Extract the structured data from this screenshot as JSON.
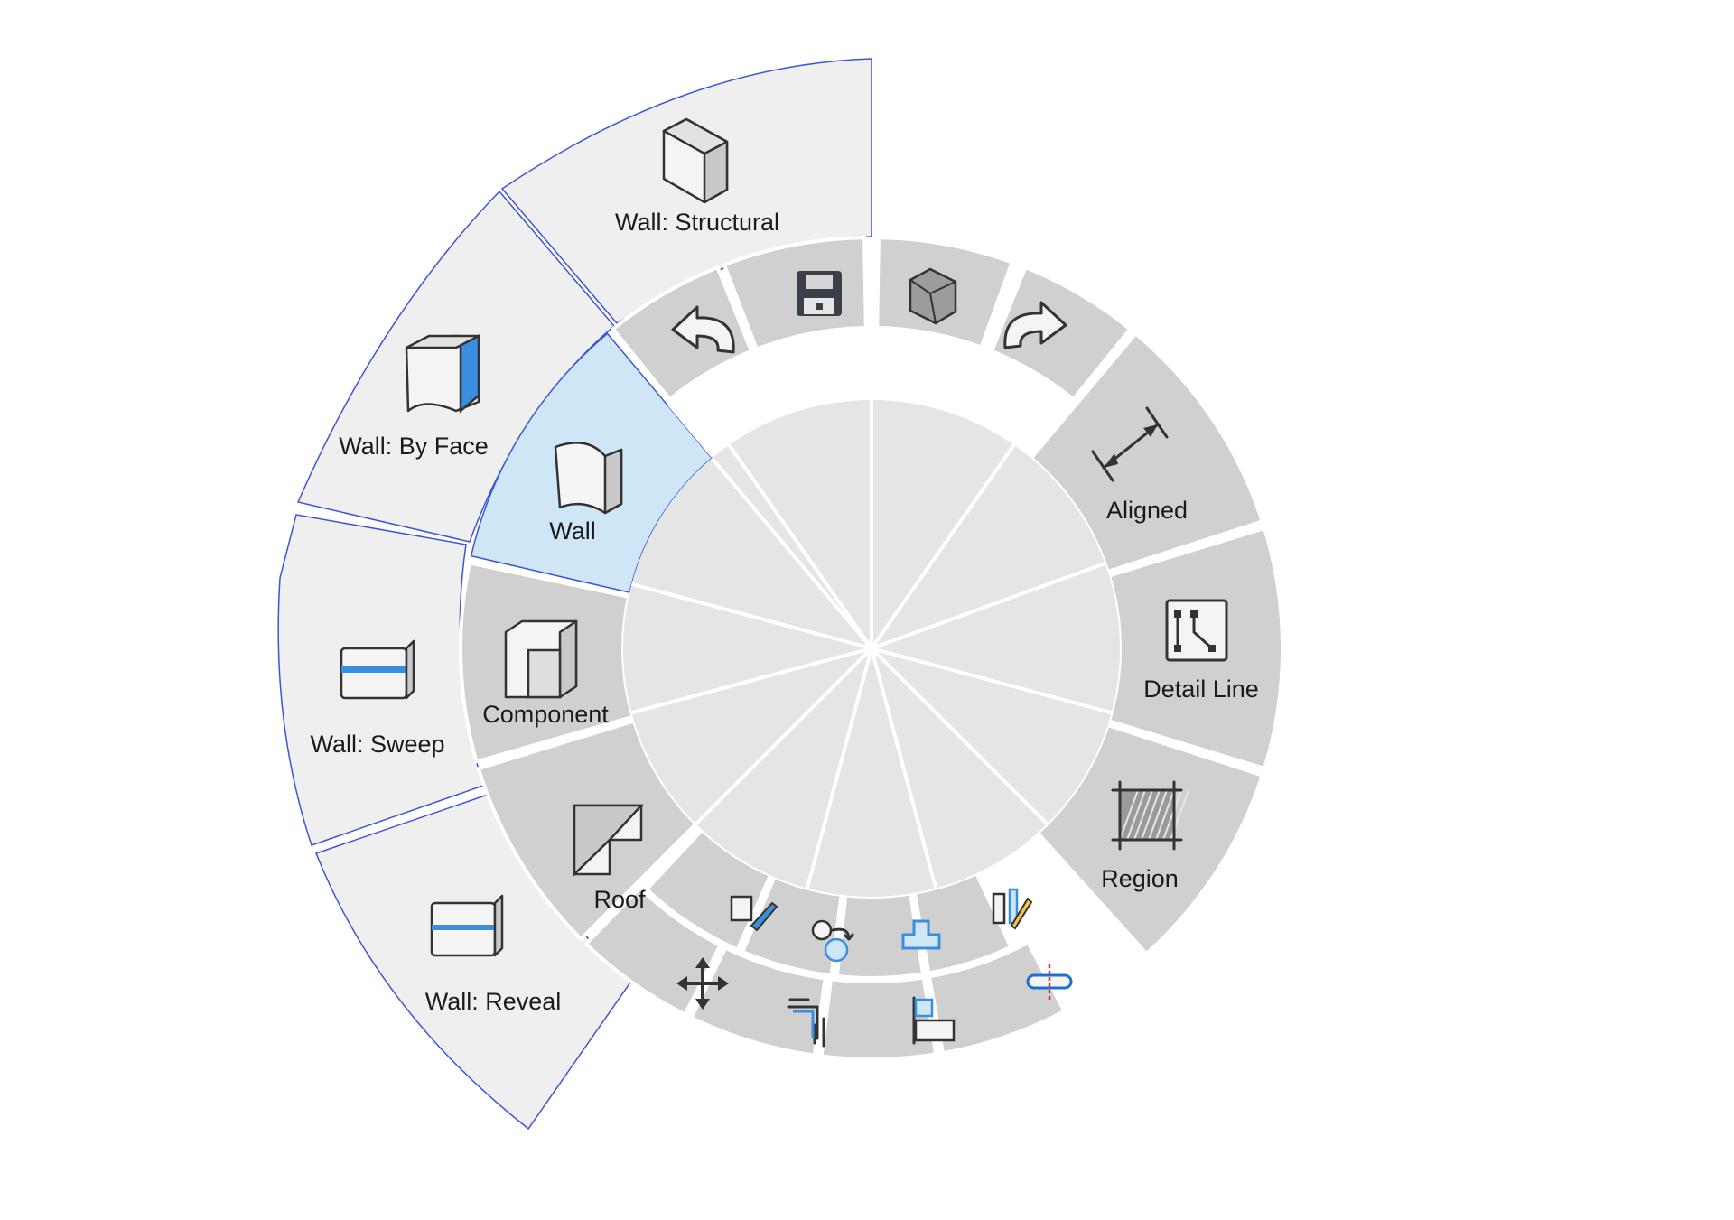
{
  "wheel": {
    "outer_menu": [
      {
        "label": "Wall: Structural",
        "icon": "wall-structural-icon"
      },
      {
        "label": "Wall: By Face",
        "icon": "wall-by-face-icon"
      },
      {
        "label": "Wall: Sweep",
        "icon": "wall-sweep-icon"
      },
      {
        "label": "Wall: Reveal",
        "icon": "wall-reveal-icon"
      }
    ],
    "ring_items": [
      {
        "label": "Wall",
        "icon": "wall-icon",
        "state": "active"
      },
      {
        "label": "Component",
        "icon": "component-icon"
      },
      {
        "label": "Roof",
        "icon": "roof-icon"
      },
      {
        "label": "Aligned",
        "icon": "aligned-dimension-icon"
      },
      {
        "label": "Detail Line",
        "icon": "detail-line-icon"
      },
      {
        "label": "Region",
        "icon": "region-icon"
      }
    ],
    "top_quick_actions": [
      {
        "icon": "undo-icon"
      },
      {
        "icon": "save-icon"
      },
      {
        "icon": "3d-view-icon"
      },
      {
        "icon": "redo-icon"
      }
    ],
    "bottom_tools": [
      {
        "icon": "match-properties-icon"
      },
      {
        "icon": "copy-icon"
      },
      {
        "icon": "join-geometry-icon"
      },
      {
        "icon": "edit-pencil-icon"
      },
      {
        "icon": "move-icon"
      },
      {
        "icon": "trim-extend-icon"
      },
      {
        "icon": "align-icon"
      },
      {
        "icon": "split-element-icon"
      }
    ]
  },
  "colors": {
    "ring": "#d0d0d0",
    "inner_disc": "#e5e5e5",
    "outer_menu": "#efefef",
    "active_highlight": "#cfe6f7",
    "outline_blue": "#3c55d6"
  }
}
